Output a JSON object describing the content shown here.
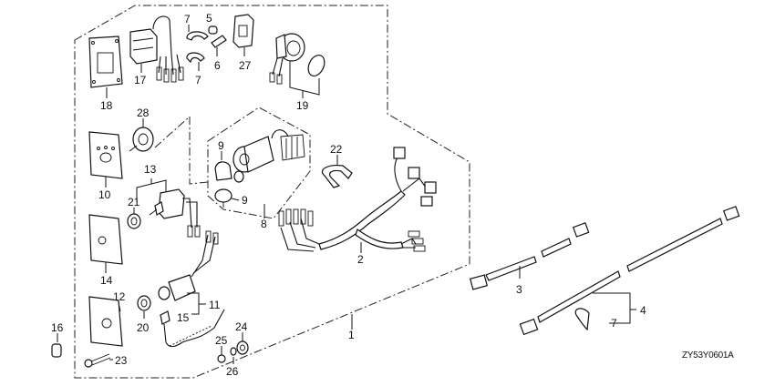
{
  "diagram": {
    "type": "exploded-parts-diagram",
    "subject": "Remote control switch panel and wire harness",
    "reference_code": "ZY53Y0601A",
    "callouts": [
      {
        "id": "c1",
        "label": "1"
      },
      {
        "id": "c2",
        "label": "2"
      },
      {
        "id": "c3",
        "label": "3"
      },
      {
        "id": "c4",
        "label": "4"
      },
      {
        "id": "c5",
        "label": "5"
      },
      {
        "id": "c6",
        "label": "6"
      },
      {
        "id": "c7a",
        "label": "7"
      },
      {
        "id": "c7b",
        "label": "7"
      },
      {
        "id": "c7c",
        "label": "7"
      },
      {
        "id": "c8",
        "label": "8"
      },
      {
        "id": "c9a",
        "label": "9"
      },
      {
        "id": "c9b",
        "label": "9"
      },
      {
        "id": "c10",
        "label": "10"
      },
      {
        "id": "c11",
        "label": "11"
      },
      {
        "id": "c12",
        "label": "12"
      },
      {
        "id": "c13",
        "label": "13"
      },
      {
        "id": "c14",
        "label": "14"
      },
      {
        "id": "c15",
        "label": "15"
      },
      {
        "id": "c16",
        "label": "16"
      },
      {
        "id": "c17",
        "label": "17"
      },
      {
        "id": "c18",
        "label": "18"
      },
      {
        "id": "c19",
        "label": "19"
      },
      {
        "id": "c20",
        "label": "20"
      },
      {
        "id": "c21",
        "label": "21"
      },
      {
        "id": "c22",
        "label": "22"
      },
      {
        "id": "c23",
        "label": "23"
      },
      {
        "id": "c24",
        "label": "24"
      },
      {
        "id": "c25",
        "label": "25"
      },
      {
        "id": "c26",
        "label": "26"
      },
      {
        "id": "c27",
        "label": "27"
      },
      {
        "id": "c28",
        "label": "28"
      }
    ]
  }
}
